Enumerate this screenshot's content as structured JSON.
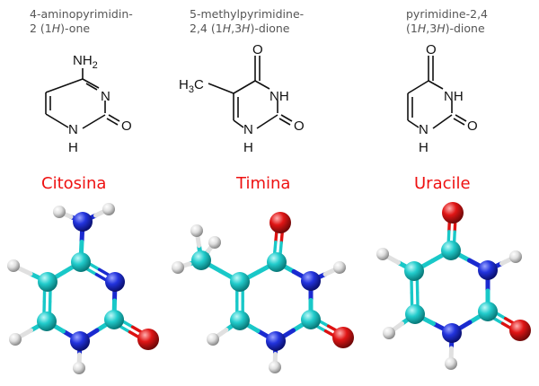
{
  "molecules": [
    {
      "iupac_line1": "4-aminopyrimidin-",
      "iupac_line2": "2 (1H)-one",
      "iupac_line2_pre": "2 (1",
      "iupac_line2_it": "H",
      "iupac_line2_post": ")-one",
      "name": "Citosina",
      "atoms": {
        "nh2_n": "NH",
        "nh2_sub": "2",
        "n3": "N",
        "n1": "N",
        "h1": "H",
        "o2": "O"
      }
    },
    {
      "iupac_line1": "5-methylpyrimidine-",
      "iupac_line2": "2,4 (1H,3H)-dione",
      "iupac_line2_pre": "2,4 (1",
      "iupac_line2_it": "H",
      "iupac_line2_mid": ",3",
      "iupac_line2_it2": "H",
      "iupac_line2_post": ")-dione",
      "name": "Timina",
      "atoms": {
        "ch3_h": "H",
        "ch3_sub": "3",
        "ch3_c": "C",
        "o4": "O",
        "nh3": "NH",
        "n1": "N",
        "h1": "H",
        "o2": "O"
      }
    },
    {
      "iupac_line1": "pyrimidine-2,4",
      "iupac_line2": "(1H,3H)-dione",
      "iupac_line2_pre": "(1",
      "iupac_line2_it": "H",
      "iupac_line2_mid": ",3",
      "iupac_line2_it2": "H",
      "iupac_line2_post": ")-dione",
      "name": "Uracile",
      "atoms": {
        "o4": "O",
        "nh3": "NH",
        "n1": "N",
        "h1": "H",
        "o2": "O"
      }
    }
  ],
  "colors": {
    "name_red": "#ee1111",
    "carbon": "#19c8c8",
    "nitrogen": "#1a2ad0",
    "oxygen": "#dd1111",
    "hydrogen": "#e0e0e0"
  }
}
